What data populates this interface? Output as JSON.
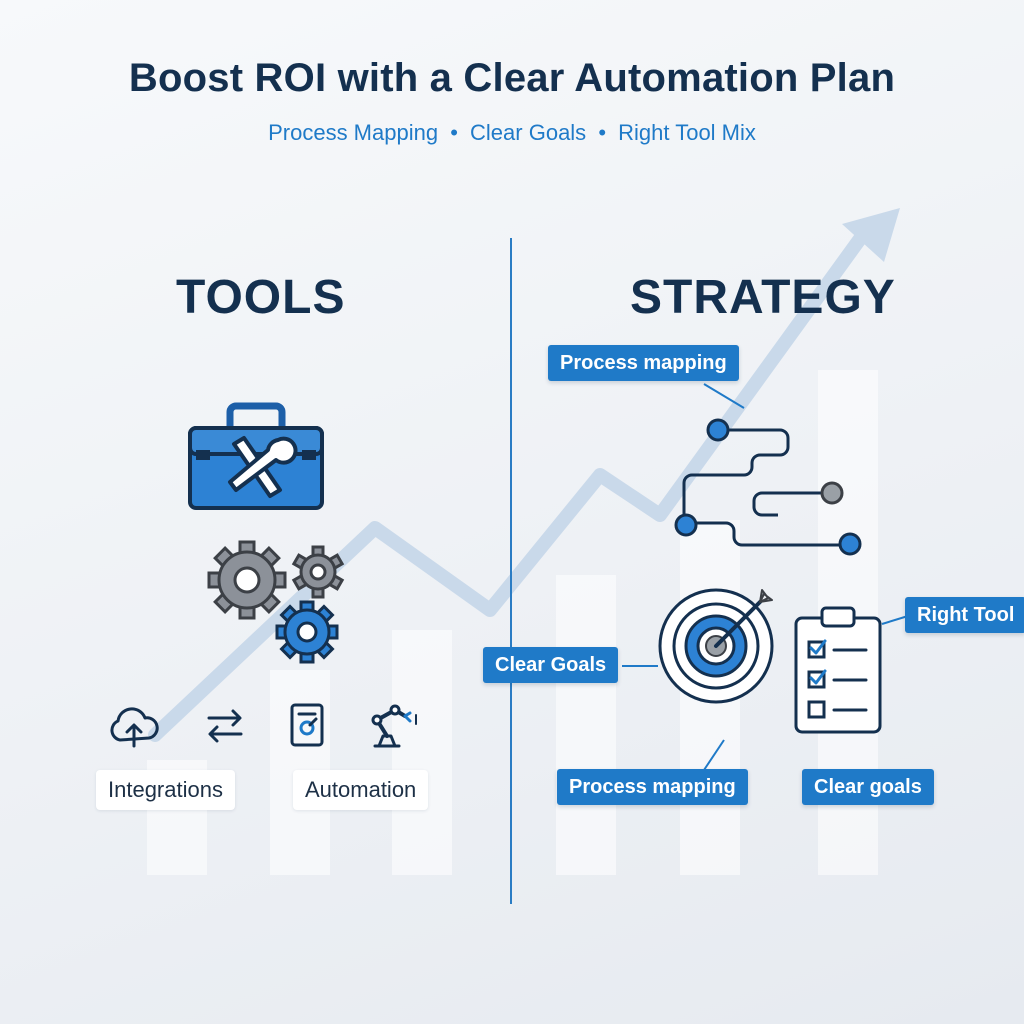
{
  "title": "Boost ROI with a Clear Automation Plan",
  "subtitle": {
    "item1": "Process Mapping",
    "item2": "Clear Goals",
    "item3": "Right Tool Mix",
    "separator": "•"
  },
  "tools": {
    "heading": "TOOLS",
    "chips": {
      "integrations": "Integrations",
      "automation": "Automation"
    },
    "icons": [
      "toolbox-icon",
      "gears-icon",
      "cloud-upload-icon",
      "swap-arrows-icon",
      "document-icon",
      "robot-arm-icon"
    ]
  },
  "strategy": {
    "heading": "STRATEGY",
    "tags": {
      "process_mapping_top": "Process mapping",
      "right_tool": "Right Tool",
      "clear_goals_left": "Clear Goals",
      "process_mapping_bottom": "Process mapping",
      "clear_goals_bottom": "Clear goals"
    },
    "icons": [
      "flowchart-icon",
      "target-icon",
      "checklist-icon"
    ]
  },
  "colors": {
    "navy": "#14304f",
    "blue": "#1f7ac8",
    "light_blue": "#3a8ad6",
    "gray": "#9aa0a6",
    "trend": "#c9d9ea"
  }
}
